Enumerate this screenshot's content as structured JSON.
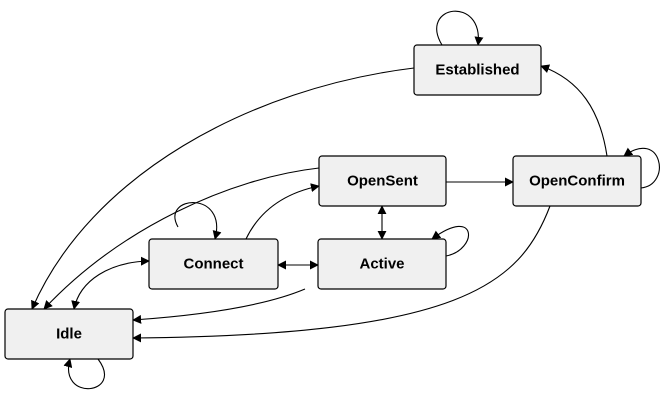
{
  "diagram": {
    "type": "state-machine",
    "states": {
      "idle": "Idle",
      "connect": "Connect",
      "active": "Active",
      "opensent": "OpenSent",
      "openconfirm": "OpenConfirm",
      "established": "Established"
    },
    "transitions": [
      {
        "from": "Idle",
        "to": "Idle"
      },
      {
        "from": "Idle",
        "to": "Connect"
      },
      {
        "from": "Connect",
        "to": "Idle"
      },
      {
        "from": "Connect",
        "to": "Connect"
      },
      {
        "from": "Connect",
        "to": "Active"
      },
      {
        "from": "Active",
        "to": "Connect"
      },
      {
        "from": "Connect",
        "to": "OpenSent"
      },
      {
        "from": "Active",
        "to": "Idle"
      },
      {
        "from": "Active",
        "to": "Active"
      },
      {
        "from": "Active",
        "to": "OpenSent"
      },
      {
        "from": "OpenSent",
        "to": "Active"
      },
      {
        "from": "OpenSent",
        "to": "Idle"
      },
      {
        "from": "OpenSent",
        "to": "OpenConfirm"
      },
      {
        "from": "OpenConfirm",
        "to": "OpenConfirm"
      },
      {
        "from": "OpenConfirm",
        "to": "Idle"
      },
      {
        "from": "OpenConfirm",
        "to": "Established"
      },
      {
        "from": "Established",
        "to": "Established"
      },
      {
        "from": "Established",
        "to": "Idle"
      }
    ],
    "colors": {
      "node_fill": "#f0f0f0",
      "stroke": "#000000"
    }
  }
}
